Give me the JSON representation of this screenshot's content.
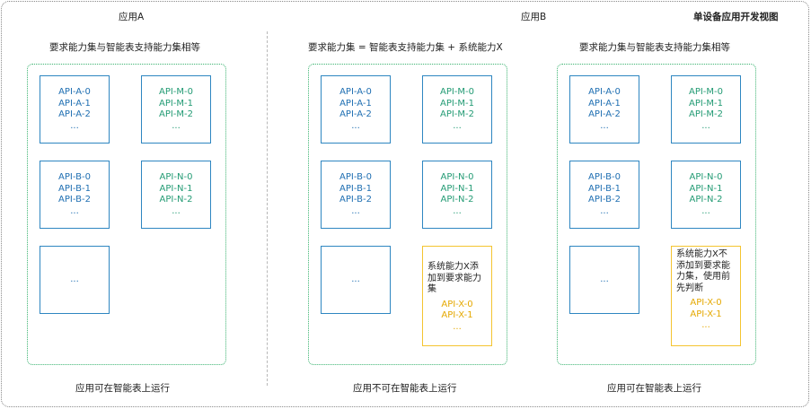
{
  "title": "单设备应用开发视图",
  "app_a_label": "应用A",
  "app_b_label": "应用B",
  "columns": [
    {
      "heading": "要求能力集与智能表支持能力集相等",
      "footer": "应用可在智能表上运行",
      "boxes": {
        "a": [
          "API-A-0",
          "API-A-1",
          "API-A-2",
          "..."
        ],
        "m": [
          "API-M-0",
          "API-M-1",
          "API-M-2",
          "..."
        ],
        "b": [
          "API-B-0",
          "API-B-1",
          "API-B-2",
          "..."
        ],
        "n": [
          "API-N-0",
          "API-N-1",
          "API-N-2",
          "..."
        ],
        "empty": "..."
      }
    },
    {
      "heading": "要求能力集 = 智能表支持能力集 + 系统能力X",
      "footer": "应用不可在智能表上运行",
      "boxes": {
        "a": [
          "API-A-0",
          "API-A-1",
          "API-A-2",
          "..."
        ],
        "m": [
          "API-M-0",
          "API-M-1",
          "API-M-2",
          "..."
        ],
        "b": [
          "API-B-0",
          "API-B-1",
          "API-B-2",
          "..."
        ],
        "n": [
          "API-N-0",
          "API-N-1",
          "API-N-2",
          "..."
        ],
        "empty": "...",
        "x_desc": "系统能力X添加到要求能力集",
        "x": [
          "API-X-0",
          "API-X-1",
          "..."
        ]
      }
    },
    {
      "heading": "要求能力集与智能表支持能力集相等",
      "footer": "应用可在智能表上运行",
      "boxes": {
        "a": [
          "API-A-0",
          "API-A-1",
          "API-A-2",
          "..."
        ],
        "m": [
          "API-M-0",
          "API-M-1",
          "API-M-2",
          "..."
        ],
        "b": [
          "API-B-0",
          "API-B-1",
          "API-B-2",
          "..."
        ],
        "n": [
          "API-N-0",
          "API-N-1",
          "API-N-2",
          "..."
        ],
        "empty": "...",
        "x_desc": "系统能力X不添加到要求能力集，使用前先判断",
        "x": [
          "API-X-0",
          "API-X-1",
          "..."
        ]
      }
    }
  ],
  "colors": {
    "panel_border": "#3cb371",
    "box_border": "#2e86c1",
    "api_a_text": "#1f6fb2",
    "api_m_text": "#239b74",
    "x_border": "#f4c430",
    "x_text": "#e5a800"
  }
}
